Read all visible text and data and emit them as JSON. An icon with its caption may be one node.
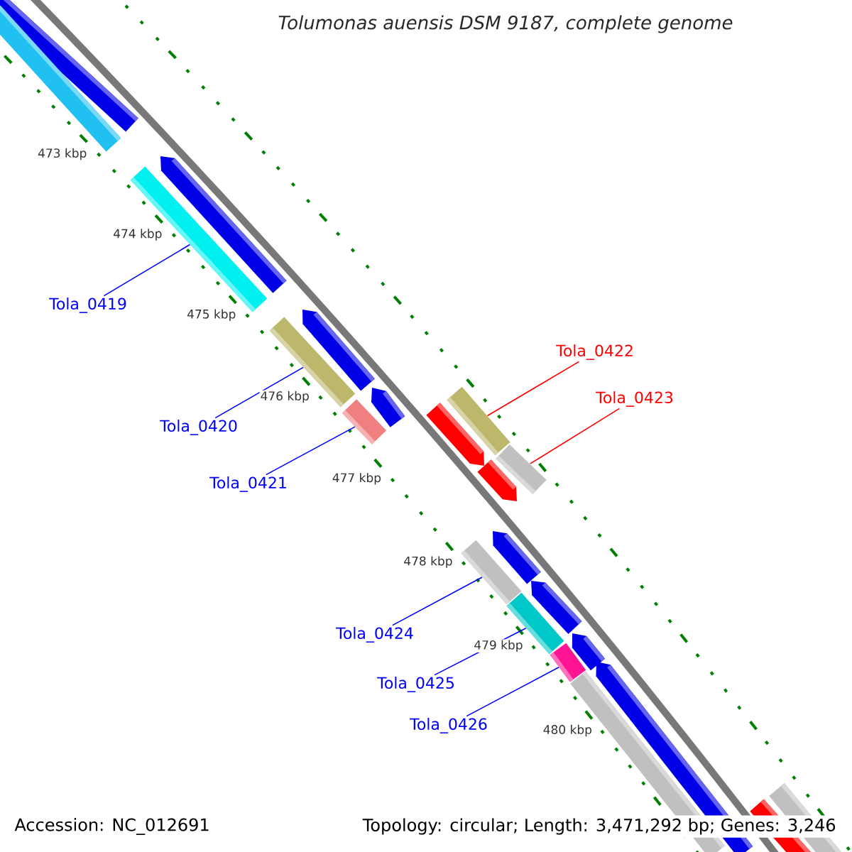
{
  "diagram": {
    "title": "Tolumonas auensis DSM 9187, complete genome",
    "nodes": [
      {
        "text": [
          "Tola_0419"
        ]
      },
      {
        "text": [
          "Tola_0422"
        ]
      },
      {
        "text": [
          "Tola_0423"
        ]
      },
      {
        "text": [
          "Tola_0420"
        ]
      },
      {
        "text": [
          "Tola_0421"
        ]
      },
      {
        "text": [
          "Tola_0424"
        ]
      },
      {
        "text": [
          "Tola_0425"
        ]
      },
      {
        "text": [
          "Tola_0426"
        ]
      },
      {
        "text": [],
        "shape": "bar"
      },
      {
        "text": [],
        "shape": "bar"
      },
      {
        "text": [],
        "shape": "bar"
      },
      {
        "text": [],
        "shape": "bar"
      },
      {
        "text": [],
        "shape": "bar"
      },
      {
        "text": [],
        "shape": "bar"
      },
      {
        "text": [],
        "shape": "bar"
      },
      {
        "text": [],
        "shape": "bar"
      }
    ],
    "edges": [
      {
        "from": 0,
        "to": 8,
        "arrow": "none"
      },
      {
        "from": 1,
        "to": 11,
        "arrow": "none",
        "color": "#ff0000"
      },
      {
        "from": 2,
        "to": 12,
        "arrow": "none",
        "color": "#ff0000"
      },
      {
        "from": 3,
        "to": 9,
        "arrow": "none"
      },
      {
        "from": 4,
        "to": 10,
        "arrow": "none"
      },
      {
        "from": 5,
        "to": 13,
        "arrow": "none"
      },
      {
        "from": 6,
        "to": 14,
        "arrow": "none"
      },
      {
        "from": 7,
        "to": 15,
        "arrow": "none"
      }
    ],
    "labels": [
      "473 kbp",
      "474 kbp",
      "475 kbp",
      "476 kbp",
      "477 kbp",
      "478 kbp",
      "479 kbp",
      "480 kbp",
      "Accession: NC_012691",
      "Topology: circular; Length: 3,471,292 bp; Genes: 3,246"
    ]
  }
}
